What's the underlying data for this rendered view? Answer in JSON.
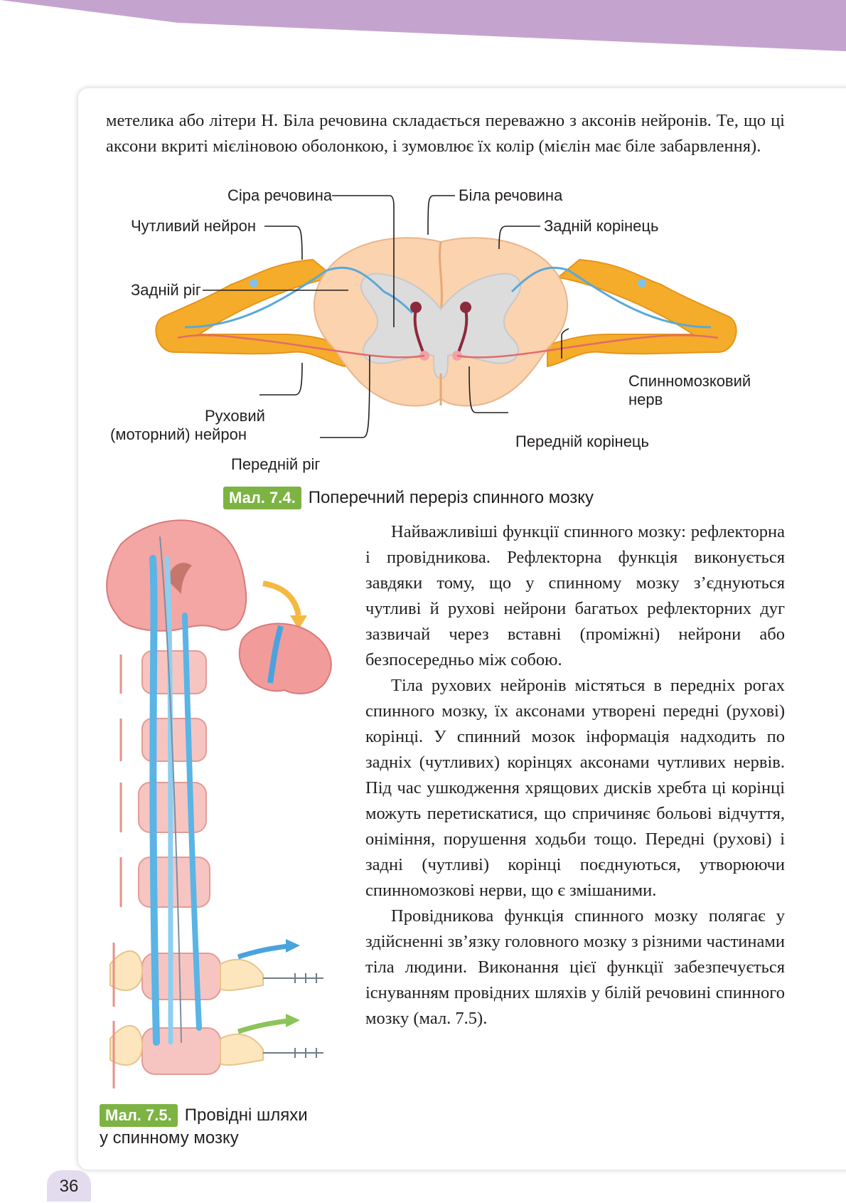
{
  "intro_text": "метелика або літери Н. Біла речовина складається переважно з аксонів нейронів. Те, що ці аксони вкриті мієліновою оболонкою, і зумовлює їх колір (мієлін має біле забарвлення).",
  "figure_7_4": {
    "labels": {
      "gray_matter": "Сіра речовина",
      "white_matter": "Біла речовина",
      "sensory_neuron": "Чутливий нейрон",
      "dorsal_root": "Задній корінець",
      "dorsal_horn": "Задній ріг",
      "spinal_nerve_line1": "Спинномозковий",
      "spinal_nerve_line2": "нерв",
      "motor_neuron_line1": "Руховий",
      "motor_neuron_line2": "(моторний) нейрон",
      "ventral_root": "Передній корінець",
      "ventral_horn": "Передній ріг"
    },
    "caption_badge": "Мал. 7.4.",
    "caption_text": "Поперечний переріз спинного мозку"
  },
  "figure_7_5": {
    "caption_badge": "Мал. 7.5.",
    "caption_line1": "Провідні шляхи",
    "caption_line2": "у спинному мозку"
  },
  "paragraphs": [
    "Найважливіші функції спинного мозку: рефлекторна і провідникова. Рефлекторна функція виконується завдяки тому, що у спинному мозку з’єднуються чутливі й рухові нейрони багатьох рефлекторних дуг зазвичай через вставні (проміжні) нейрони або безпосередньо між собою.",
    "Тіла рухових нейронів містяться в передніх рогах спинного мозку, їх аксонами утворені передні (рухові) корінці. У спинний мозок інформація надходить по задніх (чутливих) корінцях аксонами чутливих нервів. Під час ушкодження хрящових дисків хребта ці корінці можуть перетискатися, що спричиняє больові відчуття, оніміння, порушення ходьби тощо. Передні (рухові) і задні (чутливі) корінці поєднуються, утворюючи спинномозкові нерви, що є змішаними.",
    "Провідникова функція спинного мозку полягає у здійсненні зв’язку головного мозку з різними частинами тіла людини. Виконання цієї функції забезпечується існуванням провідних шляхів у білій речовині спинного мозку (мал. 7.5)."
  ],
  "page_number": "36",
  "colors": {
    "accent_band": "#c5a3cf",
    "badge_green": "#7cb342",
    "white_matter": "#fbd3ae",
    "gray_matter": "#dcdcdc",
    "nerve": "#f5ac2a",
    "pathway_blue": "#5ab4e5"
  }
}
